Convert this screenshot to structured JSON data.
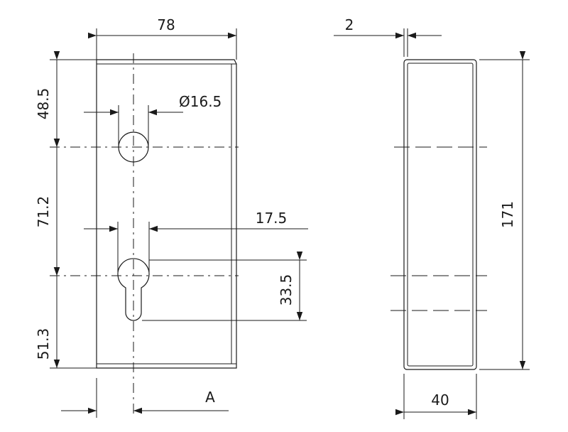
{
  "front_view": {
    "width": "78",
    "top_to_hole": "48.5",
    "hole_spacing": "71.2",
    "bottom_from_cylinder": "51.3",
    "hole_diameter": "Ø16.5",
    "cylinder_width": "17.5",
    "cylinder_length": "33.5",
    "section_label": "A"
  },
  "side_view": {
    "wall_thickness": "2",
    "height": "171",
    "depth": "40"
  }
}
